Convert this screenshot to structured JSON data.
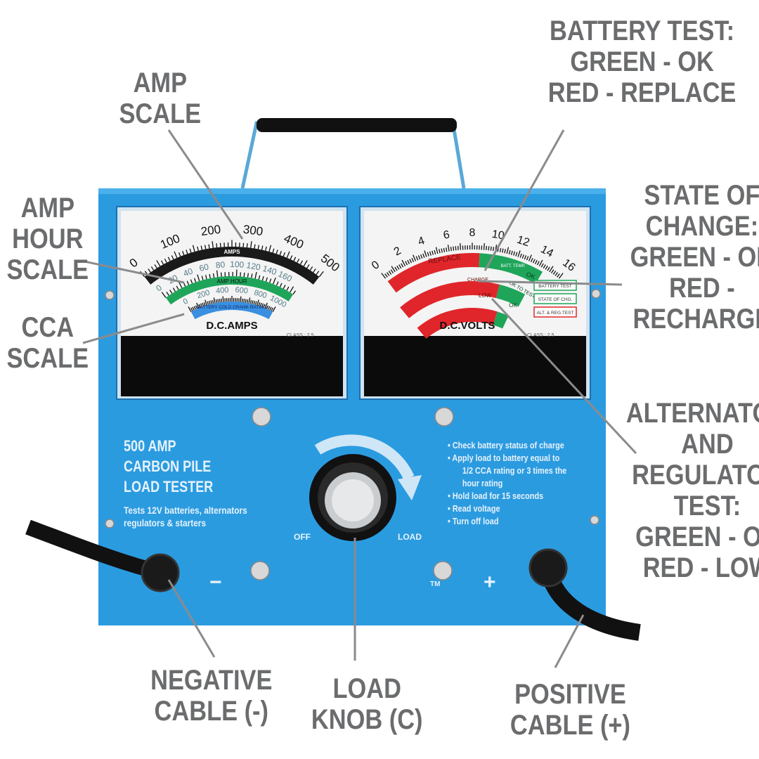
{
  "callouts": {
    "amp_scale": [
      "AMP",
      "SCALE"
    ],
    "amp_hour_scale": [
      "AMP",
      "HOUR",
      "SCALE"
    ],
    "cca_scale": [
      "CCA",
      "SCALE"
    ],
    "battery_test": [
      "BATTERY TEST:",
      "GREEN - OK",
      "RED - REPLACE"
    ],
    "state_of_charge": [
      "STATE OF",
      "CHANGE:",
      "GREEN - OK",
      "RED -",
      "RECHARGE"
    ],
    "alternator_test": [
      "ALTERNATOR",
      "AND",
      "REGULATOR",
      "TEST:",
      "GREEN - OK",
      "RED - LOW"
    ],
    "negative_cable": [
      "NEGATIVE",
      "CABLE (-)"
    ],
    "load_knob": [
      "LOAD",
      "KNOB (C)"
    ],
    "positive_cable": [
      "POSITIVE",
      "CABLE (+)"
    ]
  },
  "amp_meter": {
    "label": "D.C.AMPS",
    "class": "CLASS : 2.5",
    "amps": {
      "label": "AMPS",
      "ticks": [
        "0",
        "100",
        "200",
        "300",
        "400",
        "500"
      ],
      "max": 500
    },
    "amp_hour": {
      "label": "AMP HOUR",
      "ticks": [
        "0",
        "20",
        "40",
        "60",
        "80",
        "100",
        "120",
        "140",
        "160"
      ],
      "max": 180
    },
    "cca": {
      "label": "BATTERY COLD CRANK RATING",
      "ticks": [
        "0",
        "200",
        "400",
        "600",
        "800",
        "1000"
      ],
      "max": 1000
    }
  },
  "volt_meter": {
    "label": "D.C.VOLTS",
    "class": "CLASS : 2.5",
    "ticks": [
      "0",
      "2",
      "4",
      "6",
      "8",
      "10",
      "12",
      "14",
      "16"
    ],
    "max": 16,
    "zones": {
      "replace": "REPLACE",
      "charge": "CHARGE",
      "low": "LOW",
      "ok": "OK",
      "ok_to_test": "OK TO TEST",
      "ok_alt": "OK",
      "batt_temp": "BATT. TEMP."
    },
    "legend": [
      "BATTERY TEST",
      "STATE OF CHG.",
      "ALT. & REG.TEST"
    ]
  },
  "panel": {
    "title": [
      "500 AMP",
      "CARBON PILE",
      "LOAD TESTER"
    ],
    "subtitle": [
      "Tests 12V batteries, alternators",
      "regulators & starters"
    ],
    "steps": [
      "• Check battery status of charge",
      "• Apply load to battery equal to",
      "1/2 CCA rating or 3 times the",
      "hour rating",
      "• Hold load for 15 seconds",
      "• Read voltage",
      "• Turn off load"
    ],
    "knob_off": "OFF",
    "knob_load": "LOAD",
    "minus": "−",
    "plus": "+",
    "tm": "TM"
  },
  "colors": {
    "panel": "#2b9be0",
    "callout": "#6b6c6e",
    "green": "#1fa55a",
    "red": "#e0262b",
    "blue": "#3a8fe0"
  }
}
